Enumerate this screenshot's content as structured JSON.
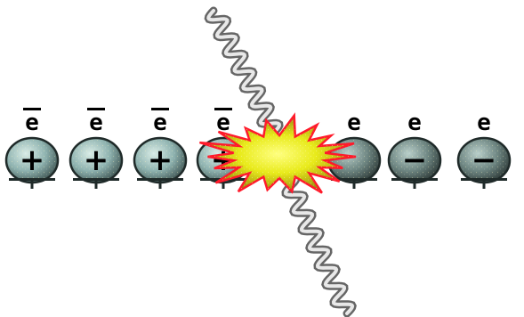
{
  "particles": [
    {
      "label": "e",
      "overbar": true,
      "sign": "+",
      "variant": "positron"
    },
    {
      "label": "e",
      "overbar": true,
      "sign": "+",
      "variant": "positron"
    },
    {
      "label": "e",
      "overbar": true,
      "sign": "+",
      "variant": "positron"
    },
    {
      "label": "e",
      "overbar": true,
      "sign": "+",
      "variant": "positron"
    },
    {
      "label": "e",
      "overbar": false,
      "sign": "",
      "variant": "electron"
    },
    {
      "label": "e",
      "overbar": false,
      "sign": "−",
      "variant": "electron"
    },
    {
      "label": "e",
      "overbar": false,
      "sign": "−",
      "variant": "electron"
    }
  ],
  "colors": {
    "positron_fill": "#8fb3b0",
    "positron_highlight": "#d9ece6",
    "electron_fill": "#6e8682",
    "electron_highlight": "#b9cfca",
    "burst_fill": "#e8ea1a",
    "burst_edge": "#8a7a0a",
    "burst_stroke": "#ff1a2a",
    "photon_light": "#e8e8e8",
    "photon_dark": "#555555",
    "text": "#000000"
  },
  "icons": {
    "burst": "annihilation-burst-icon",
    "photon": "gamma-photon-wave-icon"
  }
}
